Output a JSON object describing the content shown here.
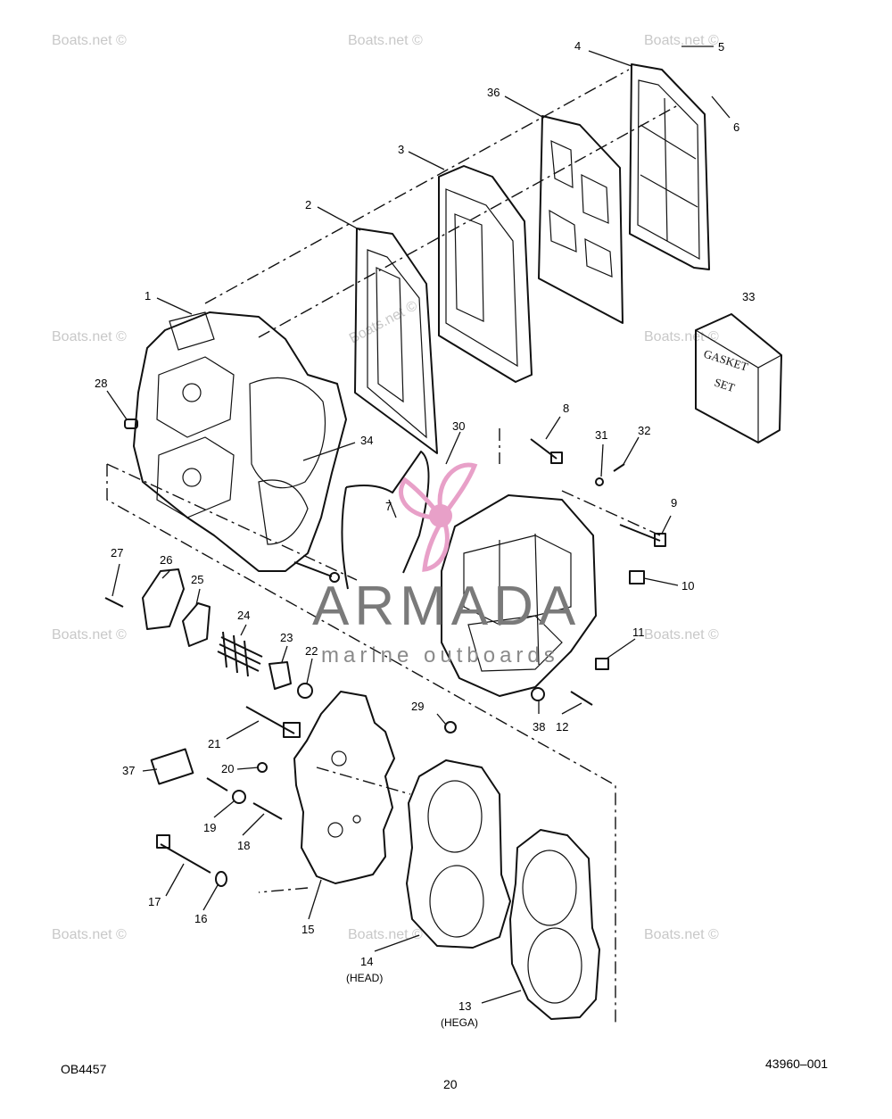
{
  "watermark": "Boats.net ©",
  "brand": {
    "name": "ARMADA",
    "tagline": "marine outboards",
    "color": "#e8a0c8"
  },
  "gasket_box_text": [
    "GASKET",
    "SET"
  ],
  "callouts": [
    {
      "id": "c1",
      "text": "1"
    },
    {
      "id": "c2",
      "text": "2"
    },
    {
      "id": "c3",
      "text": "3"
    },
    {
      "id": "c4",
      "text": "4"
    },
    {
      "id": "c5",
      "text": "5"
    },
    {
      "id": "c6",
      "text": "6"
    },
    {
      "id": "c7",
      "text": "7"
    },
    {
      "id": "c8",
      "text": "8"
    },
    {
      "id": "c9",
      "text": "9"
    },
    {
      "id": "c10",
      "text": "10"
    },
    {
      "id": "c11",
      "text": "11"
    },
    {
      "id": "c12",
      "text": "12"
    },
    {
      "id": "c13",
      "text": "13"
    },
    {
      "id": "c14",
      "text": "14"
    },
    {
      "id": "c15",
      "text": "15"
    },
    {
      "id": "c16",
      "text": "16"
    },
    {
      "id": "c17",
      "text": "17"
    },
    {
      "id": "c18",
      "text": "18"
    },
    {
      "id": "c19",
      "text": "19"
    },
    {
      "id": "c20",
      "text": "20"
    },
    {
      "id": "c21",
      "text": "21"
    },
    {
      "id": "c22",
      "text": "22"
    },
    {
      "id": "c23",
      "text": "23"
    },
    {
      "id": "c24",
      "text": "24"
    },
    {
      "id": "c25",
      "text": "25"
    },
    {
      "id": "c26",
      "text": "26"
    },
    {
      "id": "c27",
      "text": "27"
    },
    {
      "id": "c28",
      "text": "28"
    },
    {
      "id": "c29",
      "text": "29"
    },
    {
      "id": "c30",
      "text": "30"
    },
    {
      "id": "c31",
      "text": "31"
    },
    {
      "id": "c32",
      "text": "32"
    },
    {
      "id": "c33",
      "text": "33"
    },
    {
      "id": "c34",
      "text": "34"
    },
    {
      "id": "c36",
      "text": "36"
    },
    {
      "id": "c37",
      "text": "37"
    },
    {
      "id": "c38",
      "text": "38"
    }
  ],
  "sub_labels": {
    "head": "(HEAD)",
    "hega": "(HEGA)"
  },
  "footer": {
    "left_code": "OB4457",
    "page_number": "20",
    "part_number": "43960–001"
  }
}
